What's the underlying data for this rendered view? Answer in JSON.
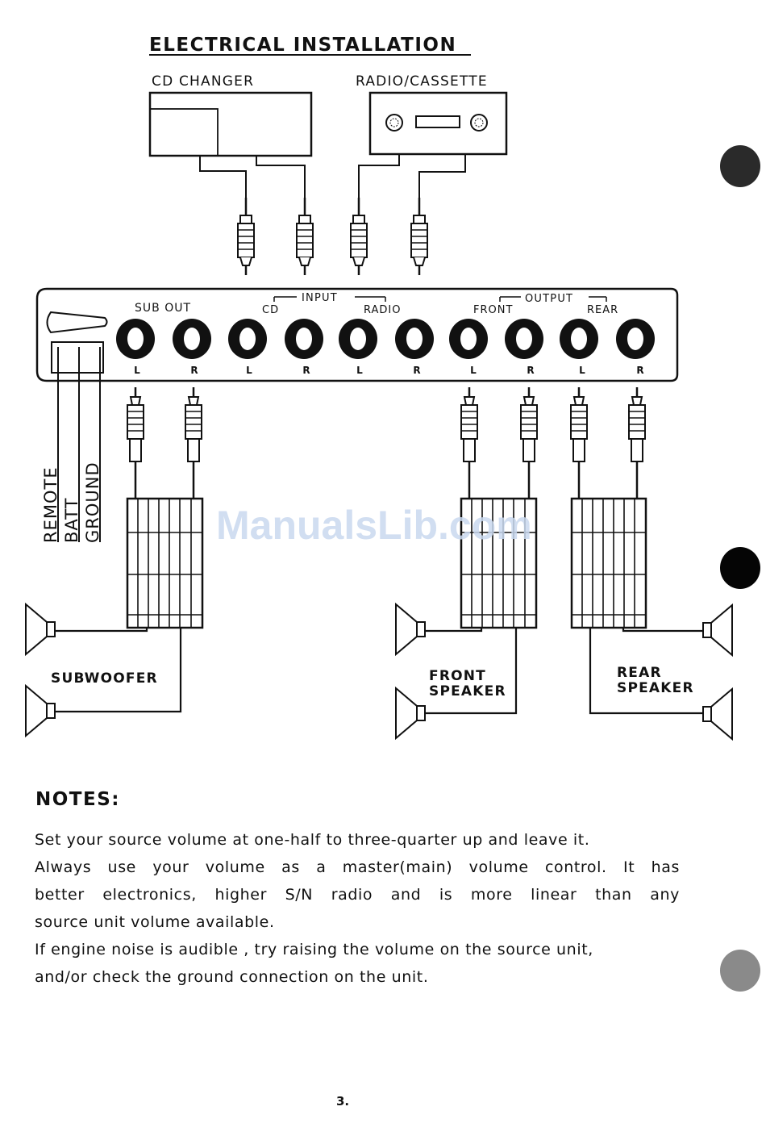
{
  "title": "ELECTRICAL INSTALLATION",
  "sources": {
    "cd_changer": "CD CHANGER",
    "radio_cassette": "RADIO/CASSETTE"
  },
  "panel": {
    "sub_out": "SUB OUT",
    "input": "INPUT",
    "output": "OUTPUT",
    "cd": "CD",
    "radio": "RADIO",
    "front": "FRONT",
    "rear": "REAR",
    "jack_labels": [
      "L",
      "R",
      "L",
      "R",
      "L",
      "R",
      "L",
      "R",
      "L",
      "R"
    ]
  },
  "power_wires": [
    "REMOTE",
    "BATT",
    "GROUND"
  ],
  "speakers": {
    "subwoofer": "SUBWOOFER",
    "front_line1": "FRONT",
    "front_line2": "SPEAKER",
    "rear_line1": "REAR",
    "rear_line2": "SPEAKER"
  },
  "watermark": "ManualsLib.com",
  "notes": {
    "heading": "NOTES:",
    "lines": [
      "Set your source volume at one-half to three-quarter up and leave it.",
      "Always use your volume as a master(main) volume control. It has",
      "better electronics, higher S/N radio and is more linear than any",
      "source unit volume available.",
      "If engine noise is audible , try raising the volume on the source unit,",
      "and/or check the ground connection on the unit."
    ]
  },
  "page_number": "3.",
  "colors": {
    "ink": "#111111",
    "watermark": "#c9d8ee",
    "margin_dot_dark": "#2a2a2a",
    "margin_dot_black": "#050505",
    "margin_dot_gray": "#8a8a8a"
  }
}
